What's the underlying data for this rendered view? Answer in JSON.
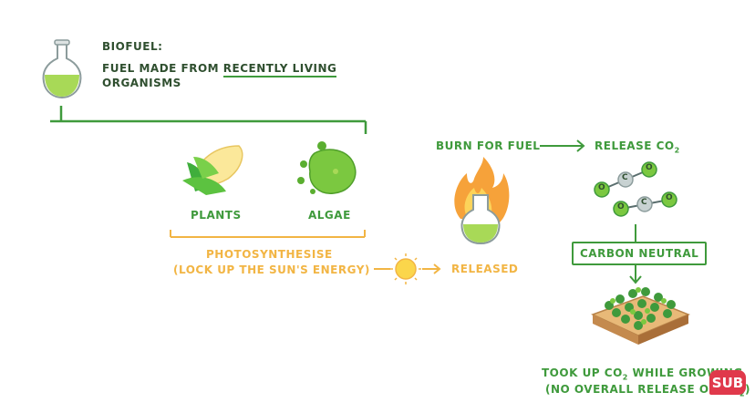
{
  "biofuel": {
    "title": "BIOFUEL:",
    "def_prefix": "FUEL MADE FROM ",
    "def_underlined": "RECENTLY LIVING",
    "def_line2": "ORGANISMS"
  },
  "sources": {
    "plants": "PLANTS",
    "algae": "ALGAE"
  },
  "photosynthesis": {
    "line1": "PHOTOSYNTHESISE",
    "line2": "(LOCK UP THE SUN'S ENERGY)"
  },
  "released": "RELEASED",
  "burn": "BURN FOR FUEL",
  "release_co2": {
    "text": "RELEASE CO",
    "sub": "2"
  },
  "molecule_atoms": [
    "O",
    "C",
    "O"
  ],
  "carbon_neutral": "CARBON NEUTRAL",
  "took_up": {
    "pre": "TOOK UP CO",
    "sub": "2",
    "post": " WHILE GROWING"
  },
  "no_release": {
    "pre": "(NO OVERALL RELEASE OF CO",
    "sub": "2",
    "post": ")"
  },
  "badge": "SUB",
  "colors": {
    "green": "#3f9a3c",
    "orange": "#f2b544",
    "light_green": "#a8d957"
  }
}
